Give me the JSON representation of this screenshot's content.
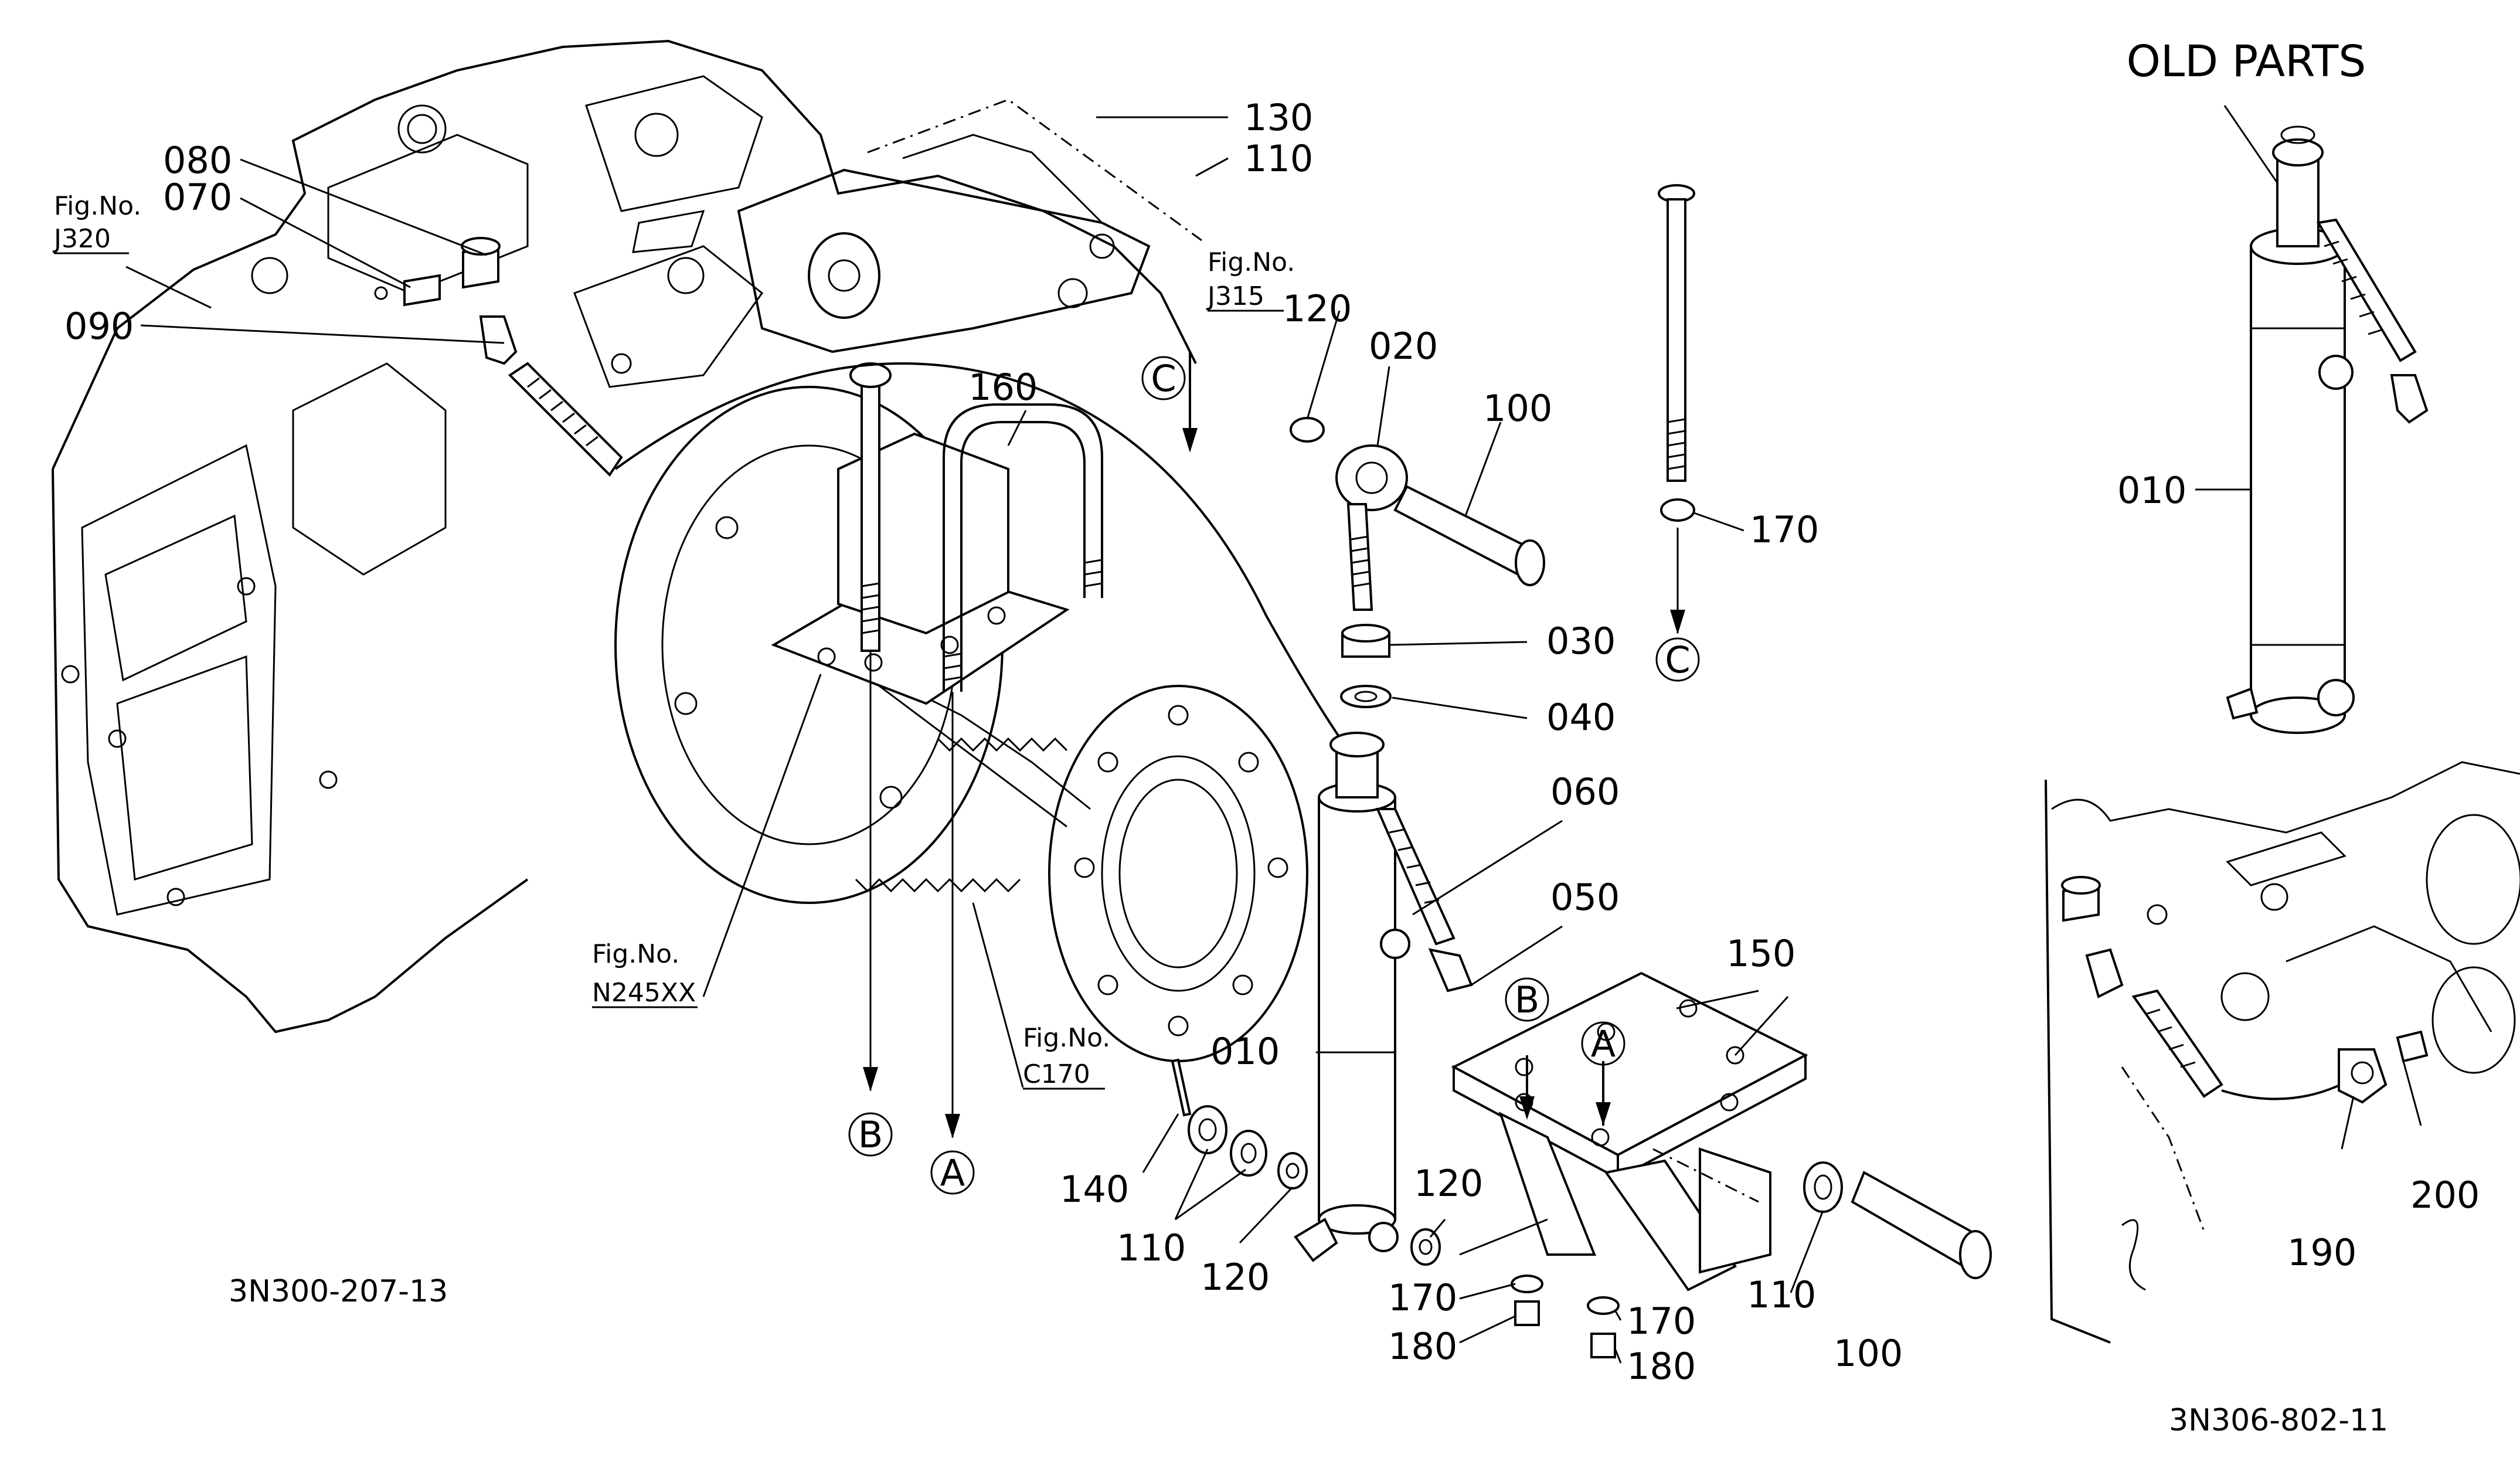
{
  "title": "OLD PARTS",
  "drawing_codes": {
    "left": "3N300-207-13",
    "right": "3N306-802-11"
  },
  "fig_refs": {
    "j320": {
      "line1": "Fig.No.",
      "line2": "J320"
    },
    "j315": {
      "line1": "Fig.No.",
      "line2": "J315"
    },
    "n245": {
      "line1": "Fig.No.",
      "line2": "N245XX"
    },
    "c170": {
      "line1": "Fig.No.",
      "line2": "C170"
    }
  },
  "markers": {
    "a": "A",
    "b": "B",
    "c": "C"
  },
  "callouts": {
    "p010_main": "010",
    "p010_old": "010",
    "p020": "020",
    "p030": "030",
    "p040": "040",
    "p050": "050",
    "p060": "060",
    "p070": "070",
    "p080": "080",
    "p090": "090",
    "p100_top": "100",
    "p100_bottom": "100",
    "p110_top": "110",
    "p110_left": "110",
    "p110_right": "110",
    "p120_top": "120",
    "p120_left": "120",
    "p120_mid": "120",
    "p130": "130",
    "p140": "140",
    "p150": "150",
    "p160": "160",
    "p170_top": "170",
    "p170_mid": "170",
    "p170_right": "170",
    "p180_mid": "180",
    "p180_right": "180",
    "p190": "190",
    "p200": "200"
  }
}
